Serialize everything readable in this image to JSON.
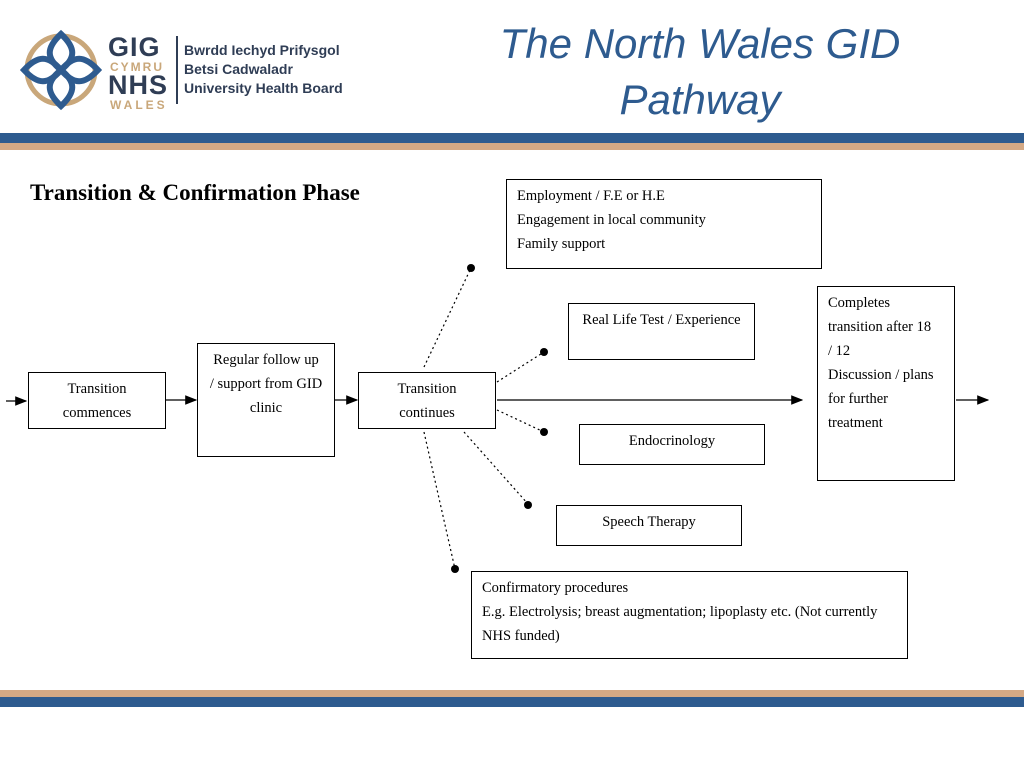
{
  "header": {
    "title_line1": "The North Wales GID",
    "title_line2": "Pathway",
    "logo": {
      "gig": "GIG",
      "cymru": "CYMRU",
      "nhs": "NHS",
      "wales": "WALES",
      "board_line1": "Bwrdd Iechyd Prifysgol",
      "board_line2": "Betsi Cadwaladr",
      "board_line3": "University Health Board"
    }
  },
  "colors": {
    "accent_blue": "#2e5b8f",
    "accent_tan": "#d4a985"
  },
  "diagram": {
    "phase_title": "Transition & Confirmation Phase",
    "transition_commences": [
      "Transition",
      "commences"
    ],
    "regular_follow_up": [
      "Regular follow up",
      "/ support from GID",
      "clinic"
    ],
    "transition_continues": [
      "Transition",
      "continues"
    ],
    "employment": [
      "Employment / F.E or H.E",
      "Engagement in local community",
      "Family support"
    ],
    "real_life_test": "Real Life Test / Experience",
    "endocrinology": "Endocrinology",
    "speech_therapy": "Speech Therapy",
    "confirmatory": [
      "Confirmatory procedures",
      "E.g. Electrolysis; breast augmentation; lipoplasty etc. (Not currently",
      "NHS funded)"
    ],
    "completes": [
      "Completes",
      "transition after 18",
      "/ 12",
      "Discussion / plans",
      "for further",
      "treatment"
    ]
  }
}
